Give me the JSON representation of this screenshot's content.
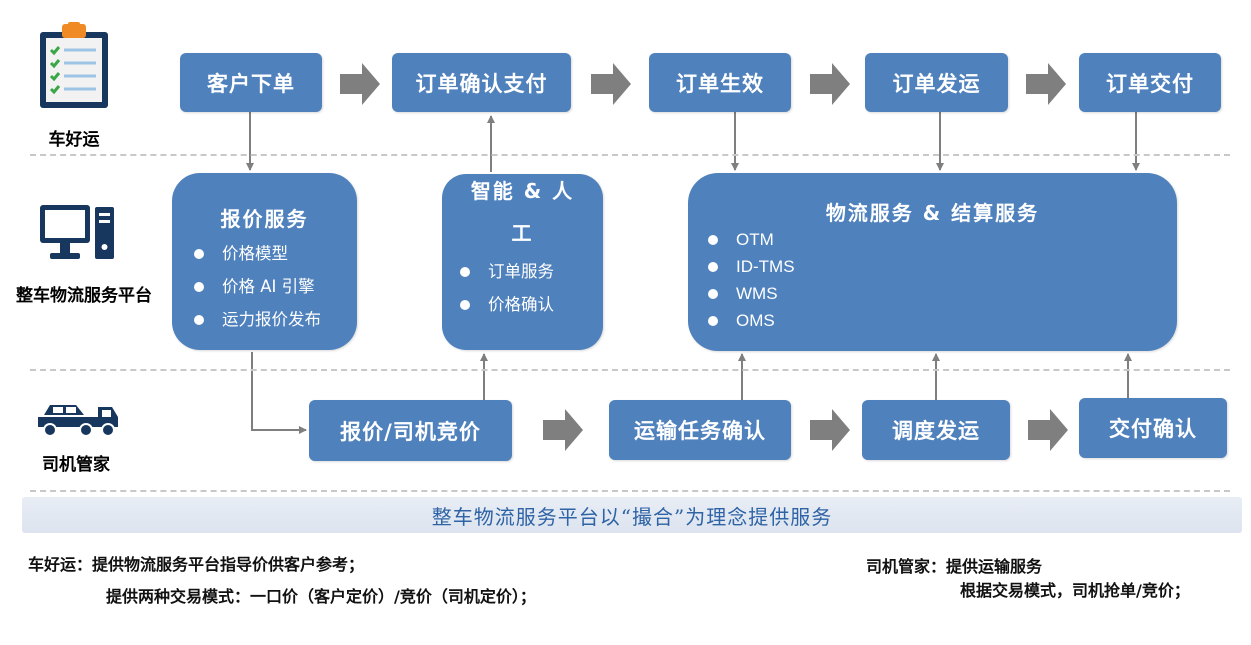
{
  "roles": {
    "customer": "车好运",
    "platform": "整车物流服务平台",
    "driver": "司机管家"
  },
  "top_flow": [
    "客户下单",
    "订单确认支付",
    "订单生效",
    "订单发运",
    "订单交付"
  ],
  "middle": {
    "pricing": {
      "title": "报价服务",
      "items": [
        "价格模型",
        "价格 AI 引擎",
        "运力报价发布"
      ]
    },
    "smart": {
      "title_line1": "智能 & 人",
      "title_line2": "工",
      "items": [
        "订单服务",
        "价格确认"
      ]
    },
    "logistics": {
      "title": "物流服务 & 结算服务",
      "items": [
        "OTM",
        "ID-TMS",
        "WMS",
        "OMS"
      ]
    }
  },
  "bottom_flow": [
    "报价/司机竞价",
    "运输任务确认",
    "调度发运",
    "交付确认"
  ],
  "banner": "整车物流服务平台以“撮合”为理念提供服务",
  "notes": {
    "customer_line1": "车好运：提供物流服务平台指导价供客户参考；",
    "customer_line2": "提供两种交易模式：一口价（客户定价）/竞价（司机定价）；",
    "driver_line1": "司机管家：提供运输服务",
    "driver_line2": "根据交易模式，司机抢单/竞价；"
  },
  "colors": {
    "box": "#4f81bd",
    "arrow": "#7f7f7f",
    "banner_text": "#2e63a6",
    "icon": "#17375e"
  }
}
